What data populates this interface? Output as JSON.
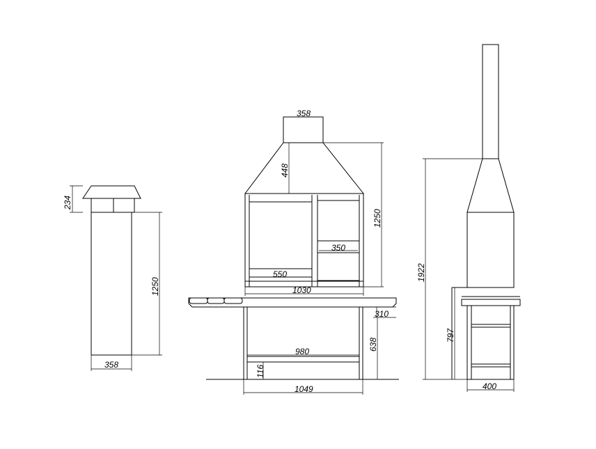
{
  "dimensions": {
    "side_cap_height": "234",
    "side_body_height": "1250",
    "side_width": "358",
    "chimney_width": "358",
    "hood_height": "448",
    "front_height": "1250",
    "shelf_right_width": "350",
    "shelf_left_width": "550",
    "front_width": "1030",
    "table_top_thickness": "310",
    "table_frame_width": "980",
    "table_height": "638",
    "table_bottom_offset": "116",
    "table_width": "1049",
    "profile_total_height": "1922",
    "profile_base_height": "797",
    "profile_width": "400"
  }
}
